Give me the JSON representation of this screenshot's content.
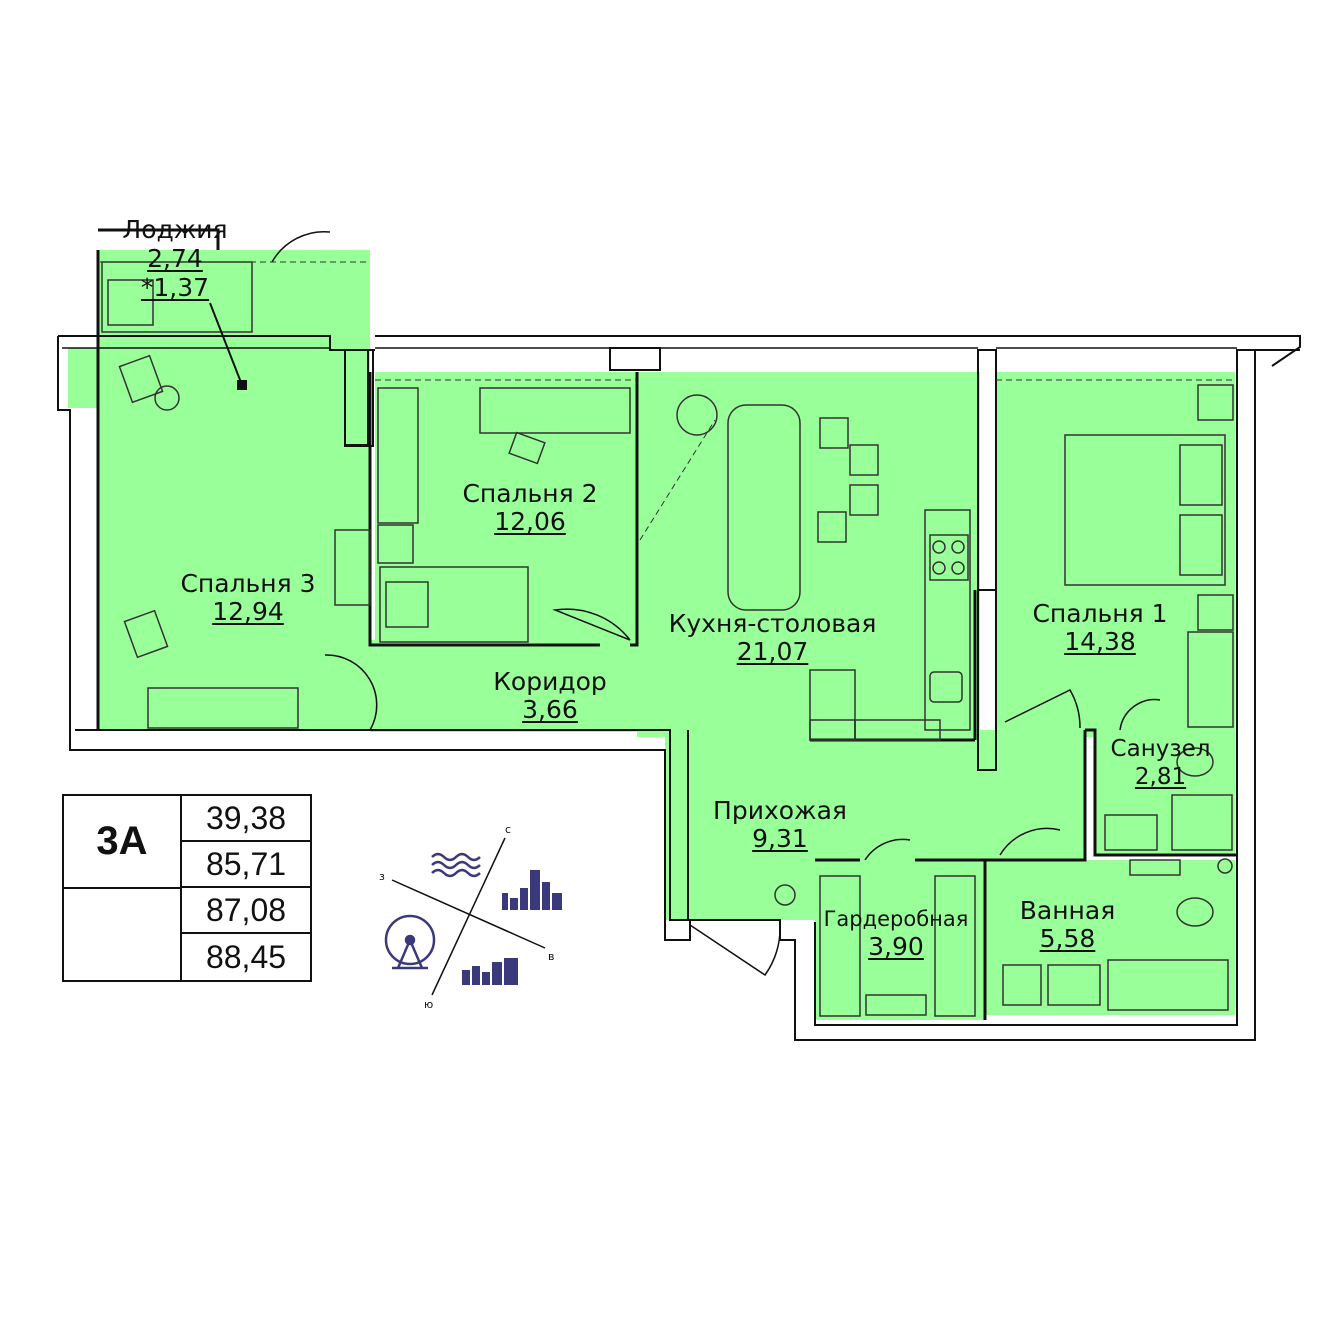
{
  "rooms": {
    "loggia": {
      "name": "Лоджия",
      "area": "2,74",
      "reduced_area": "*1,37"
    },
    "bedroom3": {
      "name": "Спальня 3",
      "area": "12,94"
    },
    "bedroom2": {
      "name": "Спальня 2",
      "area": "12,06"
    },
    "kitchen": {
      "name": "Кухня-столовая",
      "area": "21,07"
    },
    "bedroom1": {
      "name": "Спальня 1",
      "area": "14,38"
    },
    "corridor": {
      "name": "Коридор",
      "area": "3,66"
    },
    "hall": {
      "name": "Прихожая",
      "area": "9,31"
    },
    "wc": {
      "name": "Санузел",
      "area": "2,81"
    },
    "wardrobe": {
      "name": "Гардеробная",
      "area": "3,90"
    },
    "bathroom": {
      "name": "Ванная",
      "area": "5,58"
    }
  },
  "info_table": {
    "code": "3А",
    "values": [
      "39,38",
      "85,71",
      "87,08",
      "88,45"
    ]
  },
  "compass": {
    "n": "с",
    "s": "ю",
    "w": "з",
    "e": "в"
  },
  "colors": {
    "floor": "#99ff99",
    "wall": "#111111",
    "icon": "#3a3a7a"
  },
  "icons": [
    "water-waves-icon",
    "skyscrapers-icon",
    "ferris-wheel-icon",
    "city-blocks-icon"
  ]
}
